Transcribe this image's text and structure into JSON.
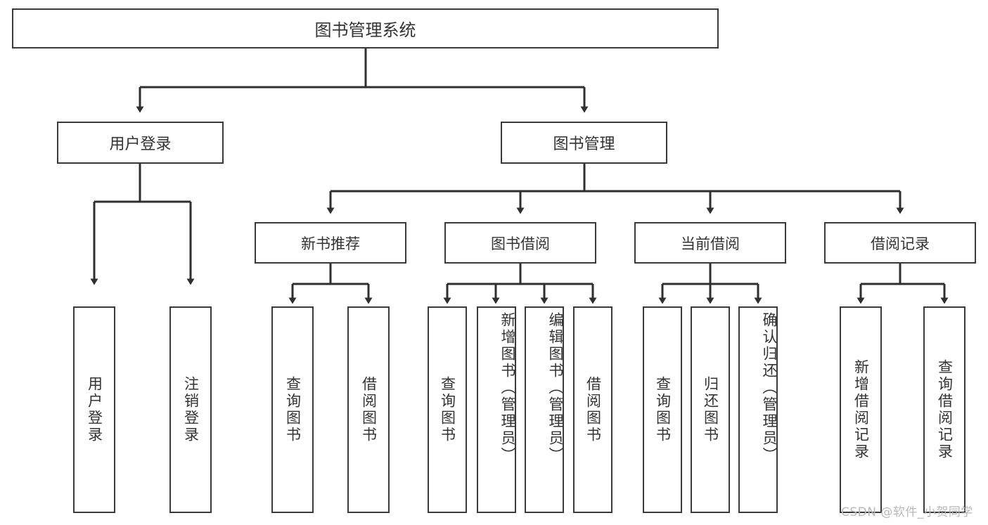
{
  "diagram": {
    "title": "图书管理系统",
    "type": "tree-hierarchy-chart",
    "colors": {
      "border": "#3a3a3a",
      "text": "#333333",
      "background": "#ffffff",
      "connector": "#2f2f2f",
      "watermark": "#b9b9b9"
    }
  },
  "root": {
    "label": "图书管理系统"
  },
  "level2": [
    {
      "label": "用户登录"
    },
    {
      "label": "图书管理"
    }
  ],
  "level3": [
    {
      "label": "新书推荐"
    },
    {
      "label": "图书借阅"
    },
    {
      "label": "当前借阅"
    },
    {
      "label": "借阅记录"
    }
  ],
  "leaves": {
    "user_login": [
      {
        "label": "用户登录"
      },
      {
        "label": "注销登录"
      }
    ],
    "new_book_recommend": [
      {
        "label": "查询图书"
      },
      {
        "label": "借阅图书"
      }
    ],
    "book_borrow": [
      {
        "label": "查询图书"
      },
      {
        "label": "新增图书（管理员）"
      },
      {
        "label": "编辑图书（管理员）"
      },
      {
        "label": "借阅图书"
      }
    ],
    "current_borrow": [
      {
        "label": "查询图书"
      },
      {
        "label": "归还图书"
      },
      {
        "label": "确认归还（管理员）"
      }
    ],
    "borrow_record": [
      {
        "label": "新增借阅记录"
      },
      {
        "label": "查询借阅记录"
      }
    ]
  },
  "watermark": {
    "text": "CSDN @软件_小贺同学"
  }
}
